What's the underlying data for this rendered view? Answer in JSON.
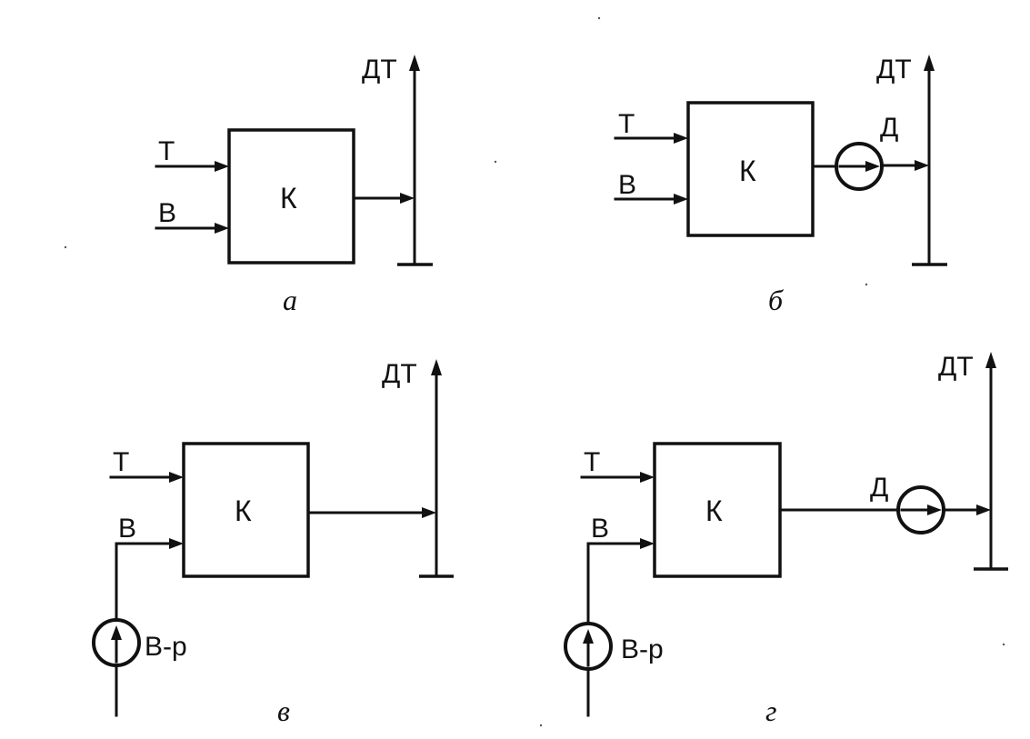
{
  "labels": {
    "t": "Т",
    "b": "В",
    "k": "К",
    "dt": "ДТ",
    "d": "Д",
    "br": "В-р"
  },
  "captions": {
    "a": "а",
    "b": "б",
    "v": "в",
    "g": "г"
  }
}
